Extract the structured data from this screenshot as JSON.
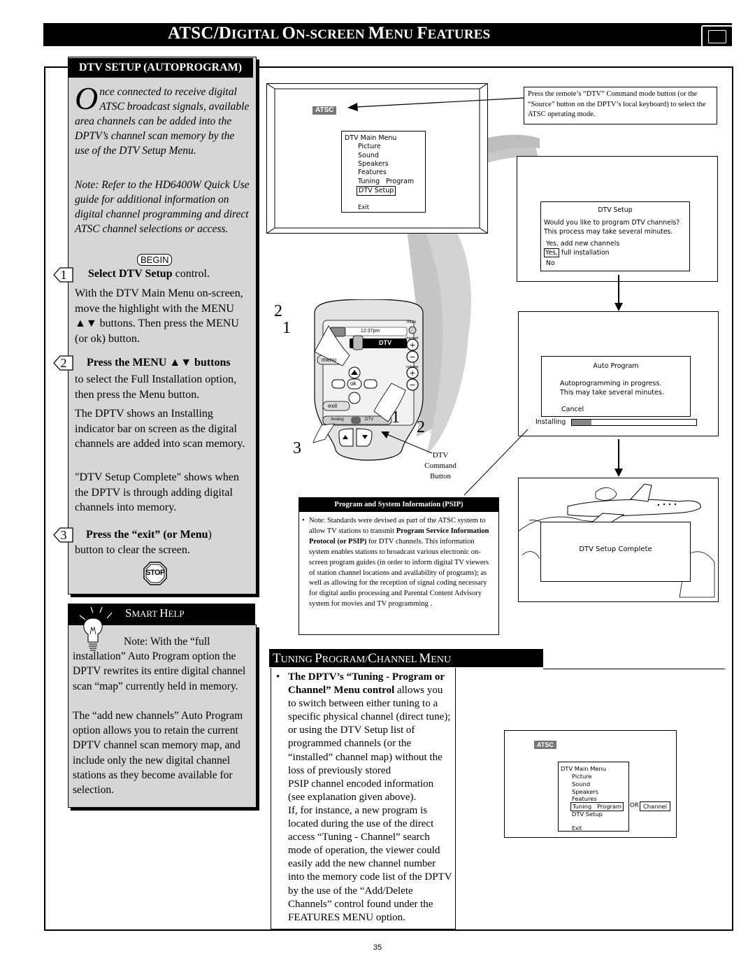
{
  "header": {
    "title_big_1": "ATSC/D",
    "title_small_1": "IGITAL ",
    "title_big_2": "O",
    "title_small_2": "N-SCREEN ",
    "title_big_3": "M",
    "title_small_3": "ENU ",
    "title_big_4": "F",
    "title_small_4": "EATURES"
  },
  "left": {
    "heading": "DTV SETUP (AUTOPROGRAM)",
    "intro_dropcap": "O",
    "intro_text": "nce connected to receive digital ATSC broadcast signals, available area channels can be added into the DPTV’s channel scan memory by the use of the DTV Setup Menu.",
    "note_text": "Note: Refer to the HD6400W Quick Use guide for additional information on digital channel programming and direct ATSC channel selections or access.",
    "begin_label": "BEGIN",
    "step1_num": "1",
    "step1_bold": "Select DTV Setup",
    "step1_rest": " control.",
    "step1_body": "With the DTV Main Menu on-screen, move the highlight with the MENU ▲▼ buttons. Then press the MENU (or ok) button.",
    "step2_num": "2",
    "step2_bold": "Press the MENU ▲▼ buttons",
    "step2_body": "to select the Full Installation option, then press the Menu button.",
    "step2_body2": "The DPTV shows an Installing indicator bar on screen as the digital channels are added into scan memory.",
    "step2_body3": "\"DTV Setup Complete\" shows when the DPTV is through adding digital channels into memory.",
    "step3_num": "3",
    "step3_bold": "Press the “exit” (or Menu",
    "step3_end": ")",
    "step3_body": "button to clear the screen.",
    "stop_label": "STOP"
  },
  "smart_help": {
    "heading_big_1": "S",
    "heading_small_1": "MART ",
    "heading_big_2": "H",
    "heading_small_2": "ELP",
    "text1": "Note: With the “full installation” Auto Program option the DPTV rewrites its entire digital channel scan “map” currently held in memory.",
    "text2": "The “add new channels” Auto Program option allows you to retain the current DPTV channel scan memory map, and include only the new digital channel stations as they become available for selection."
  },
  "tv1": {
    "atsc": "ATSC",
    "menu_title": "DTV Main Menu",
    "items": [
      "Picture",
      "Sound",
      "Speakers",
      "Features",
      "Tuning   Program"
    ],
    "highlight": "DTV Setup",
    "exit": "Exit"
  },
  "callout_dtv": "Press the remote’s “DTV” Command mode button (or the “Source” button on the DPTV’s local keyboard) to select the ATSC operating mode.",
  "tv2": {
    "title": "DTV Setup",
    "q1": "Would you like to program DTV channels?",
    "q2": "This process may take several minutes.",
    "opt1": "Yes, add new channels",
    "opt2_hl": "Yes,",
    "opt2_rest": " full installation",
    "opt3": "No"
  },
  "tv3": {
    "title": "Auto Program",
    "l1": "Autoprogramming in progress.",
    "l2": "This may take several minutes.",
    "cancel": "Cancel",
    "installing": "Installing",
    "progress": 0.16
  },
  "tv4": {
    "complete": "DTV Setup Complete"
  },
  "remote": {
    "time": "12:37pm",
    "mute": "mute",
    "channel": "channel",
    "volume": "volume",
    "dtv": "DTV",
    "menu": "menu",
    "ok": "ok",
    "exit": "exit",
    "analog": "Analog",
    "dtv_small": "DTV",
    "callouts": [
      "2",
      "1",
      "3",
      "1",
      "2"
    ],
    "dtv_label_1": "DTV",
    "dtv_label_2": "Command",
    "dtv_label_3": "Button"
  },
  "psip": {
    "heading": "Program and System Information (PSIP)",
    "bullet": "•",
    "t1": "Note: Standards were devised as part of the ATSC system to allow TV stations to transmit ",
    "t1b": "Program Service Information Protocol (or PSIP)",
    "t2": " for DTV channels. This information system enables stations to broadcast various electronic on-screen program guides (in order to inform digital TV viewers of station channel locations and availability of programs); as well as allowing for the reception of signal coding necessary for digital audio processing and Parental Content Advisory system for movies and TV programming ."
  },
  "tuning": {
    "heading_big_1": "T",
    "heading_small_1": "UNING ",
    "heading_big_2": "P",
    "heading_small_2": "ROGRAM/",
    "heading_big_3": "C",
    "heading_small_3": "HANNEL ",
    "heading_big_4": "M",
    "heading_small_4": "ENU",
    "bullet": "•",
    "bold": "The DPTV’s “Tuning - Program or Channel” Menu control",
    "t1": " allows you to switch between either tuning to a specific physical channel (direct tune); or using the DTV Setup list of programmed channels (or the “installed” channel map) without the loss of previously stored",
    "t2": "PSIP channel encoded information (see explanation given above).",
    "t3": "If, for instance, a new program is located during the use of the direct access “Tuning - Channel” search mode of operation, the viewer could easily add the new channel number into the memory code list of the DPTV by the use of the “Add/Delete Channels” control found under the FEATURES MENU option."
  },
  "tv5": {
    "atsc": "ATSC",
    "menu_title": "DTV Main Menu",
    "items": [
      "Picture",
      "Sound",
      "Speakers",
      "Features"
    ],
    "tuning_hl": "Tuning   Program",
    "or": "OR",
    "channel": "Channel",
    "setup": "DTV Setup",
    "exit": "Exit"
  },
  "page_number": "35"
}
